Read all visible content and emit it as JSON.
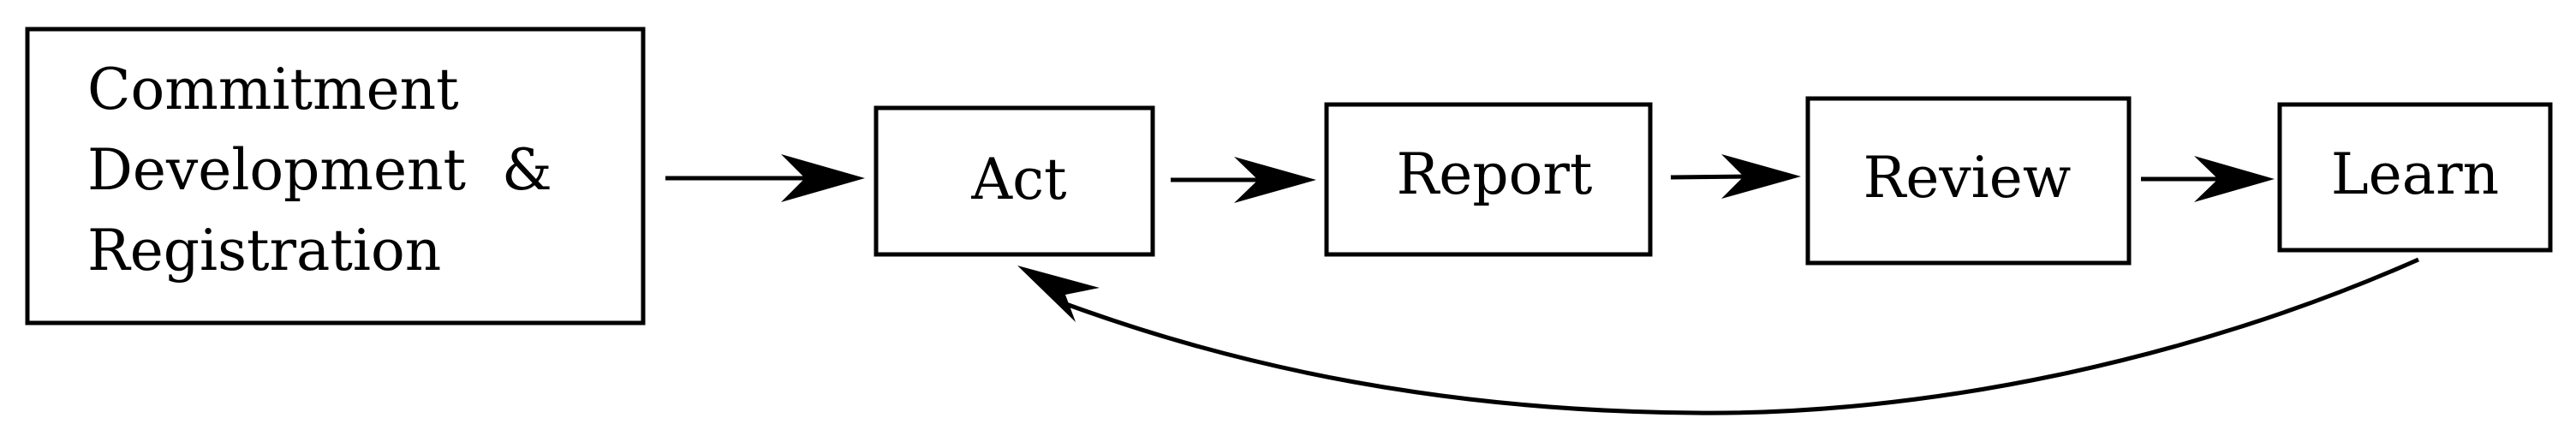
{
  "nodes": {
    "commitment": {
      "line1": "Commitment",
      "line2": "Development  &",
      "line3": "Registration"
    },
    "act": {
      "label": "Act"
    },
    "report": {
      "label": "Report"
    },
    "review": {
      "label": "Review"
    },
    "learn": {
      "label": "Learn"
    }
  },
  "colors": {
    "stroke": "#000000",
    "background": "#ffffff"
  }
}
